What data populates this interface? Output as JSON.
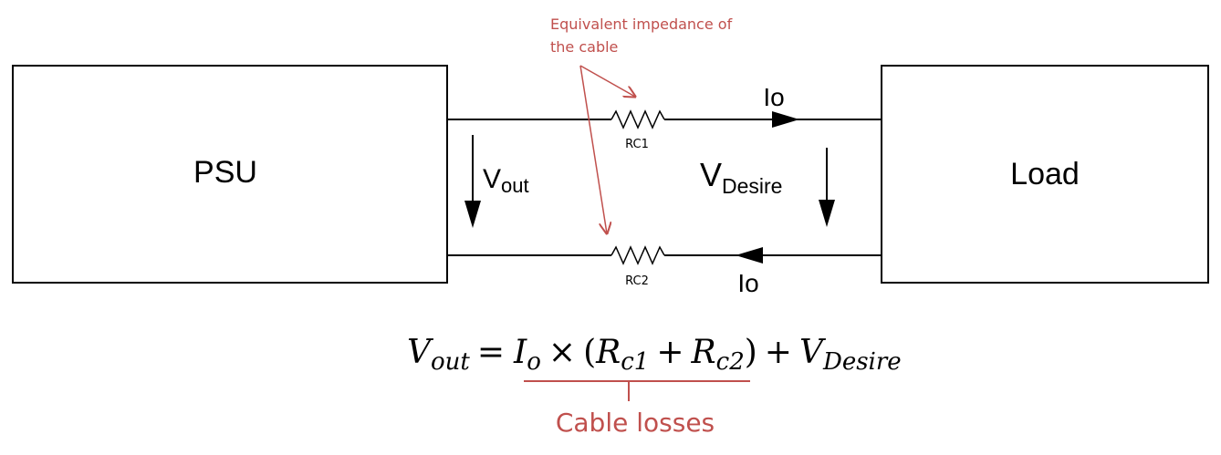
{
  "blocks": {
    "psu_label": "PSU",
    "load_label": "Load"
  },
  "annotation": {
    "line1": "Equivalent impedance of",
    "line2": "the cable",
    "color": "#c0504d"
  },
  "resistors": {
    "top_label": "RC1",
    "bottom_label": "RC2"
  },
  "currents": {
    "top_label": "Io",
    "bottom_label": "Io"
  },
  "voltages": {
    "vout_main": "V",
    "vout_sub": "out",
    "vdesire_main": "V",
    "vdesire_sub": "Desire"
  },
  "equation": {
    "lhs_v": "V",
    "lhs_sub": "out",
    "equals": "=",
    "i": "I",
    "i_sub": "o",
    "times": "×",
    "open_paren": "(",
    "r1": "R",
    "r1_sub": "c1",
    "plus1": "+",
    "r2": "R",
    "r2_sub": "c2",
    "close_paren": ")",
    "plus2": "+",
    "v2": "V",
    "v2_sub": "Desire"
  },
  "losses": {
    "label": "Cable losses",
    "color": "#c0504d"
  }
}
